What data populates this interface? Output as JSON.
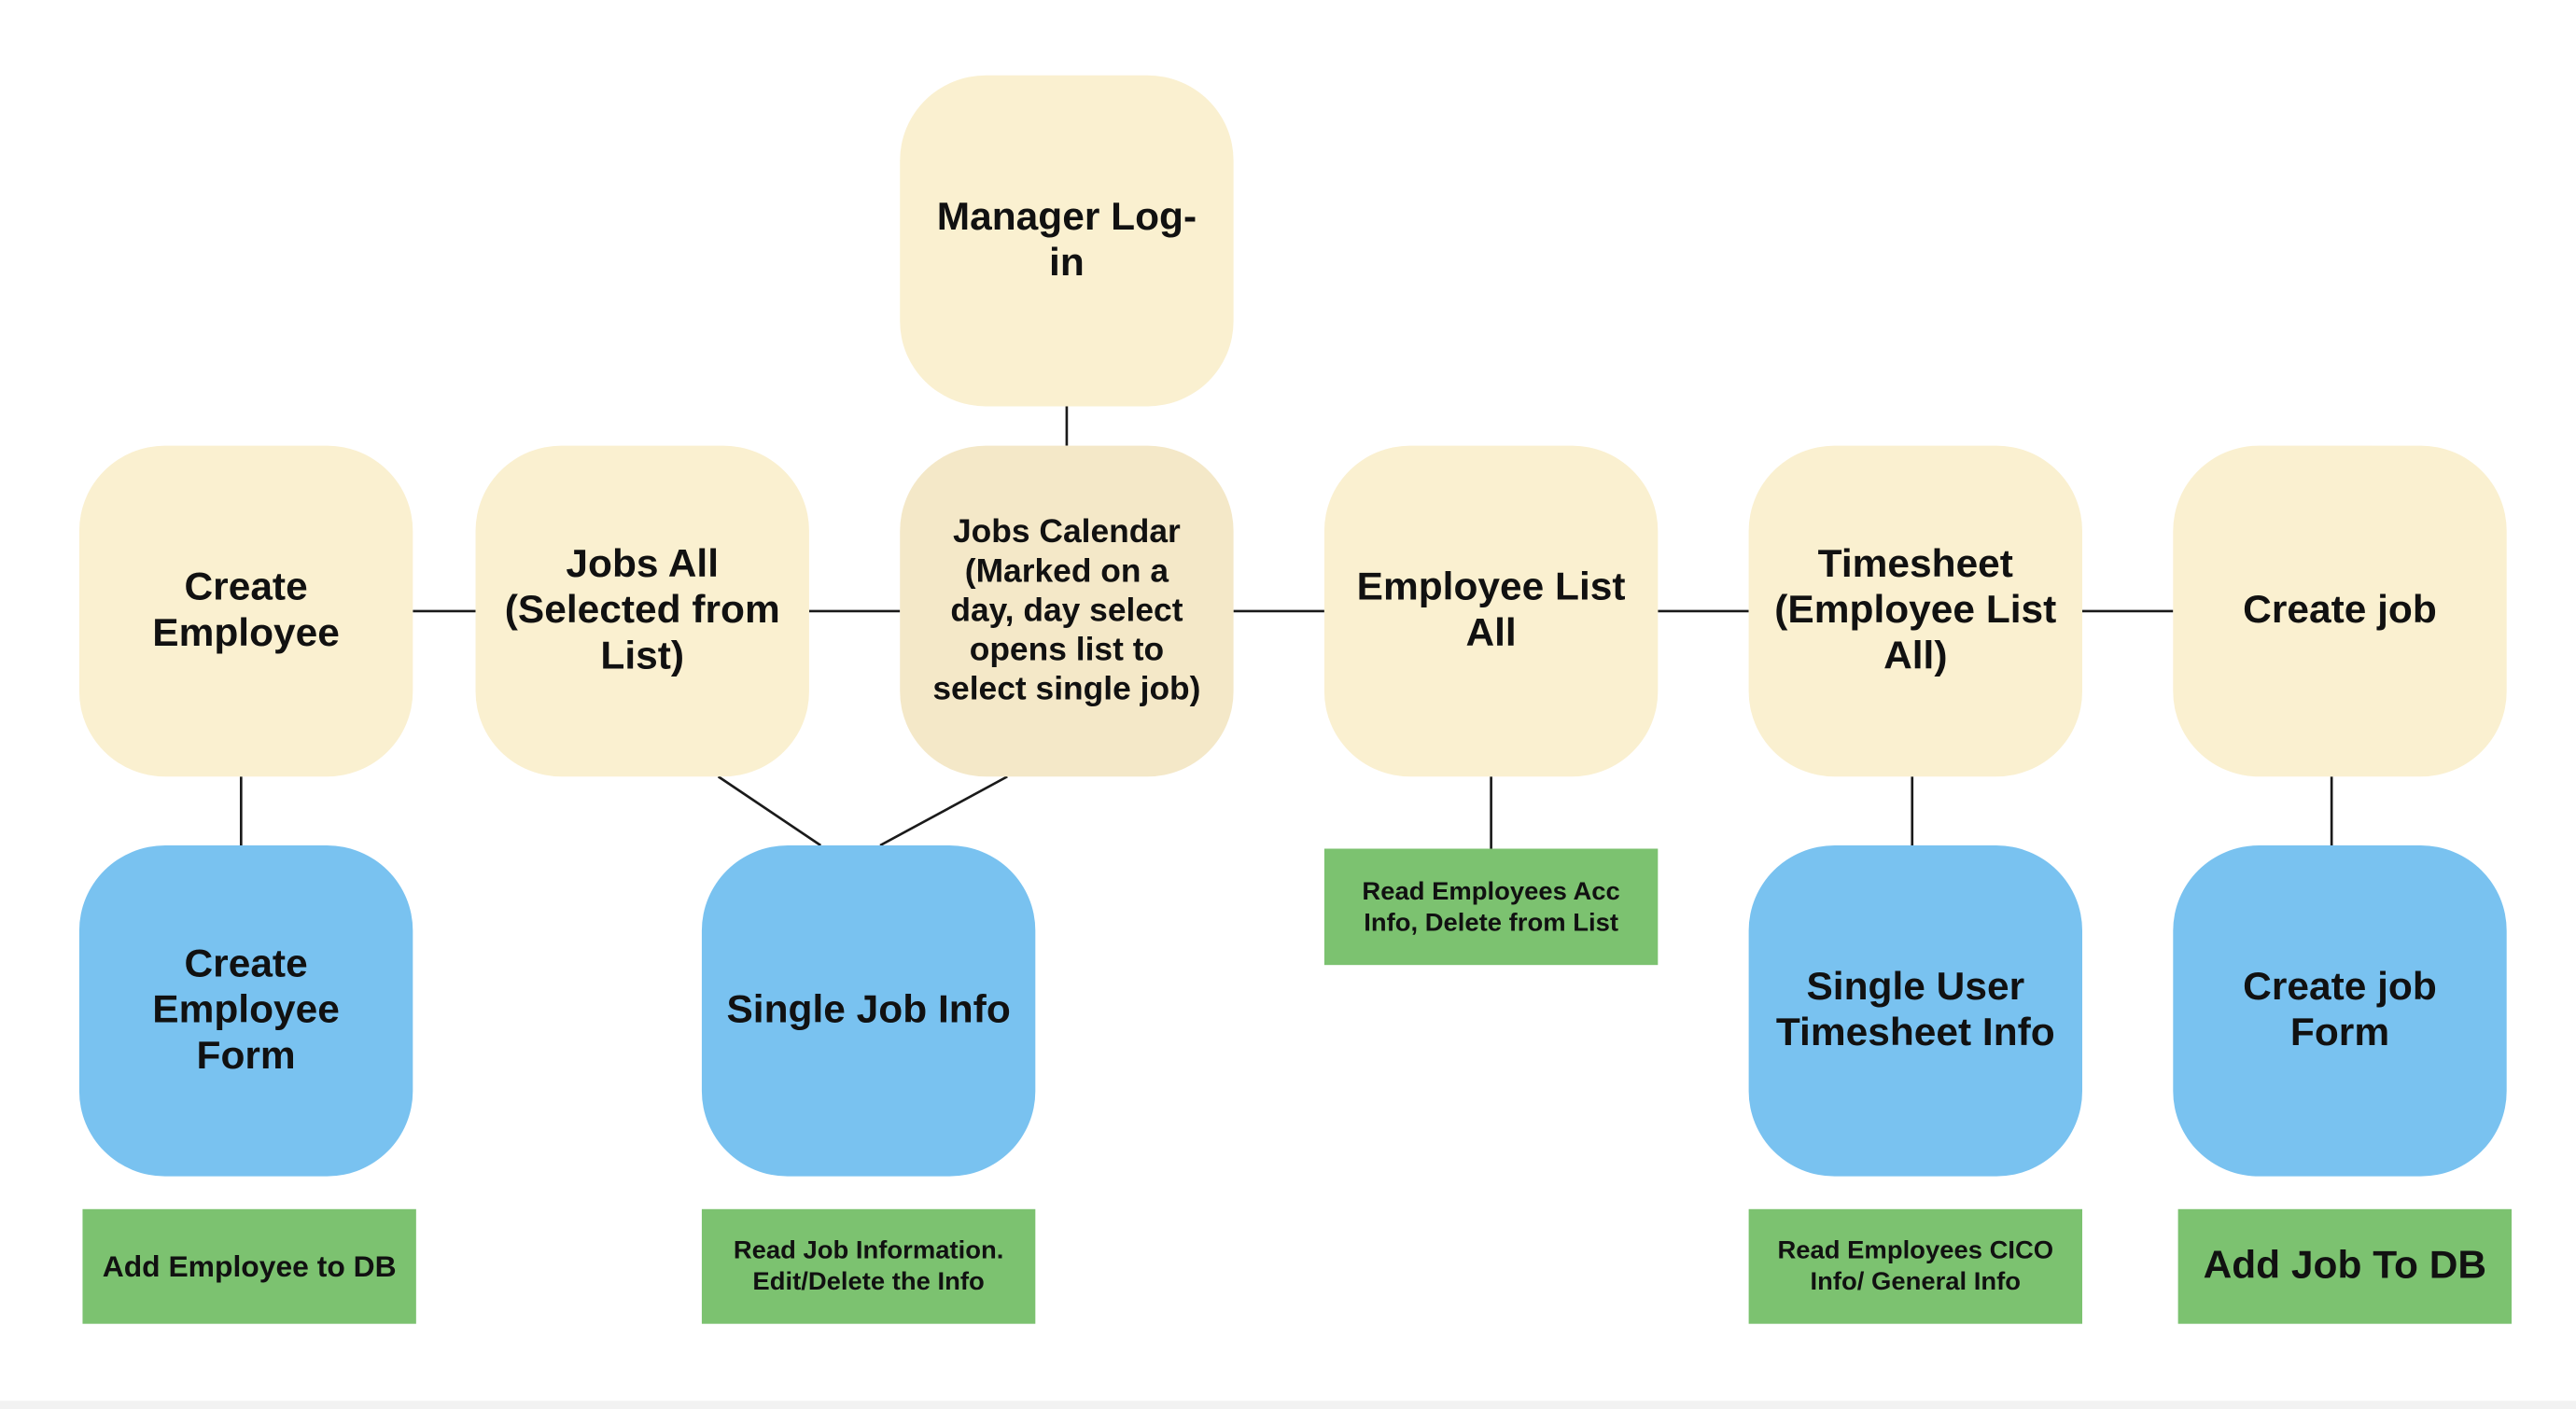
{
  "colors": {
    "page_node": "#faf0d0",
    "calendar_node": "#f4e8c8",
    "screen_node": "#79c2f0",
    "action_box": "#7cc270",
    "connector": "#1a1a1a"
  },
  "nodes": {
    "manager_login": "Manager Log-in",
    "create_employee": "Create Employee",
    "jobs_all": "Jobs All (Selected from List)",
    "jobs_calendar": "Jobs Calendar (Marked on a day, day select opens list to select single job)",
    "employee_list_all": "Employee List All",
    "timesheet": "Timesheet (Employee List All)",
    "create_job": "Create job",
    "create_employee_form": "Create Employee Form",
    "single_job_info": "Single Job Info",
    "single_user_timesheet_info": "Single User Timesheet Info",
    "create_job_form": "Create job Form"
  },
  "actions": {
    "add_employee_to_db": "Add Employee to DB",
    "read_job_information": "Read Job Information. Edit/Delete the Info",
    "read_employees_acc_info": "Read Employees Acc Info, Delete from List",
    "read_employees_cico_info": "Read Employees CICO Info/ General Info",
    "add_job_to_db": "Add Job To DB"
  }
}
